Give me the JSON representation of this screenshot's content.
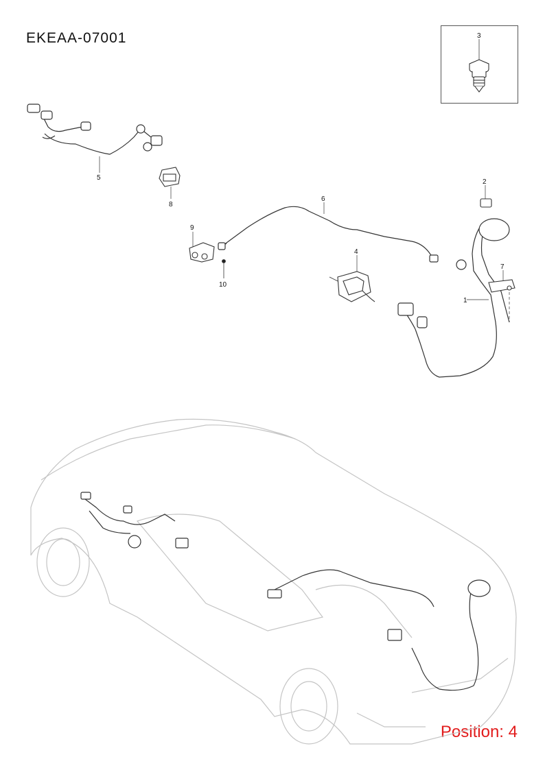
{
  "diagram_code": "EKEAA-07001",
  "position_label": "Position: 4",
  "callouts": {
    "c1": "1",
    "c2": "2",
    "c3": "3",
    "c4": "4",
    "c5": "5",
    "c6": "6",
    "c7": "7",
    "c8": "8",
    "c9": "9",
    "c10": "10"
  },
  "colors": {
    "accent": "#e21c1c",
    "line": "#333333",
    "car_outline": "#c4c4c4"
  }
}
